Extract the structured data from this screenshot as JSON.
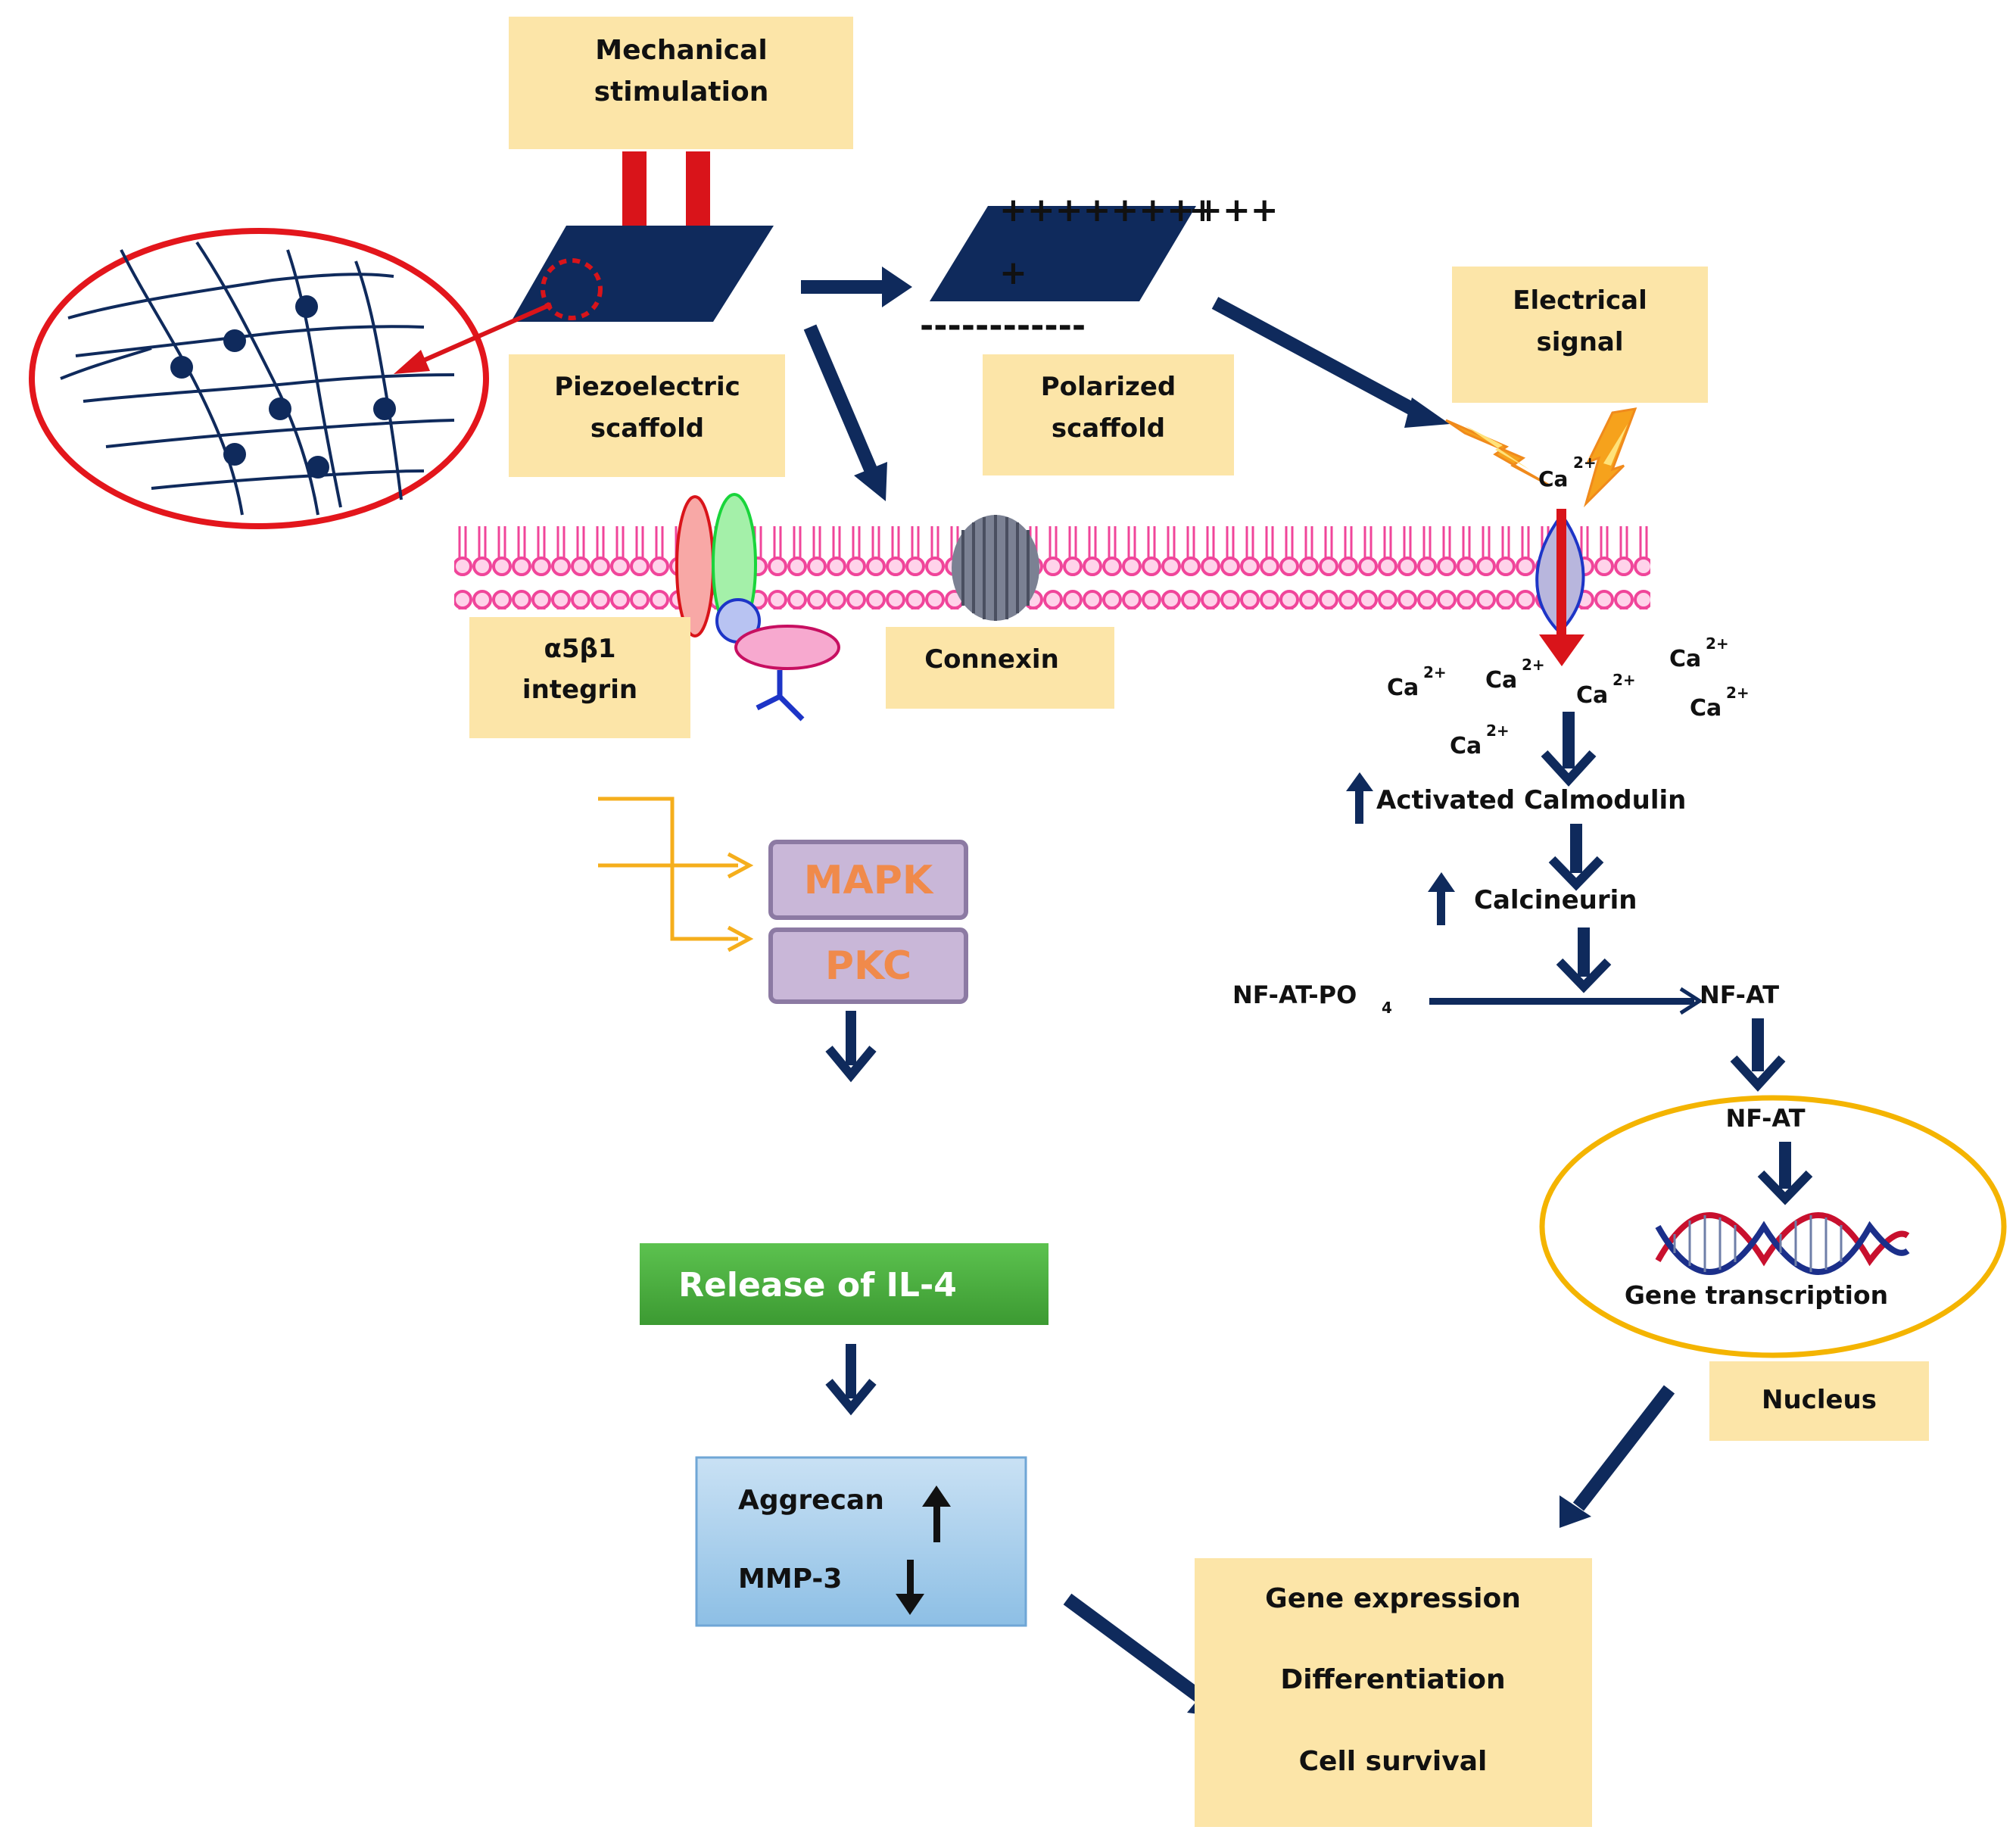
{
  "labels": {
    "mechanical_line1": "Mechanical",
    "mechanical_line2": "stimulation",
    "piezo_line1": "Piezoelectric",
    "piezo_line2": "scaffold",
    "polarized_line1": "Polarized",
    "polarized_line2": "scaffold",
    "electrical_line1": "Electrical",
    "electrical_line2": "signal",
    "integrin_line1": "α5β1",
    "integrin_line2": "integrin",
    "connexin": "Connexin",
    "mapk": "MAPK",
    "pkc": "PKC",
    "release_il4": "Release of IL-4",
    "aggrecan": "Aggrecan",
    "mmp3": "MMP-3",
    "ca": "Ca",
    "ca_charge": "2+",
    "activated_calmodulin": "Activated Calmodulin",
    "calcineurin": "Calcineurin",
    "nfat_po4_main": "NF-AT-PO",
    "nfat_po4_sub": "4",
    "nfat": "NF-AT",
    "nfat_inner": "NF-AT",
    "gene_transcription": "Gene transcription",
    "nucleus": "Nucleus",
    "gene_expression": "Gene expression",
    "differentiation": "Differentiation",
    "cell_survival": "Cell survival",
    "plus_row": "++++++++++",
    "plus_single": "+",
    "minus_row": "------------"
  },
  "colors": {
    "box_fill": "#fce5a8",
    "navy": "#0f2a5c",
    "red": "#d9141a",
    "membrane": "#f0459a",
    "orange_arrow": "#f5ae1c",
    "il4_green": "#4aae3f",
    "blue_box": "#a7cde9",
    "nucleus_ring": "#f4b400",
    "kinase_box": "#c9b7d8",
    "kinase_text": "#f08a4b"
  }
}
